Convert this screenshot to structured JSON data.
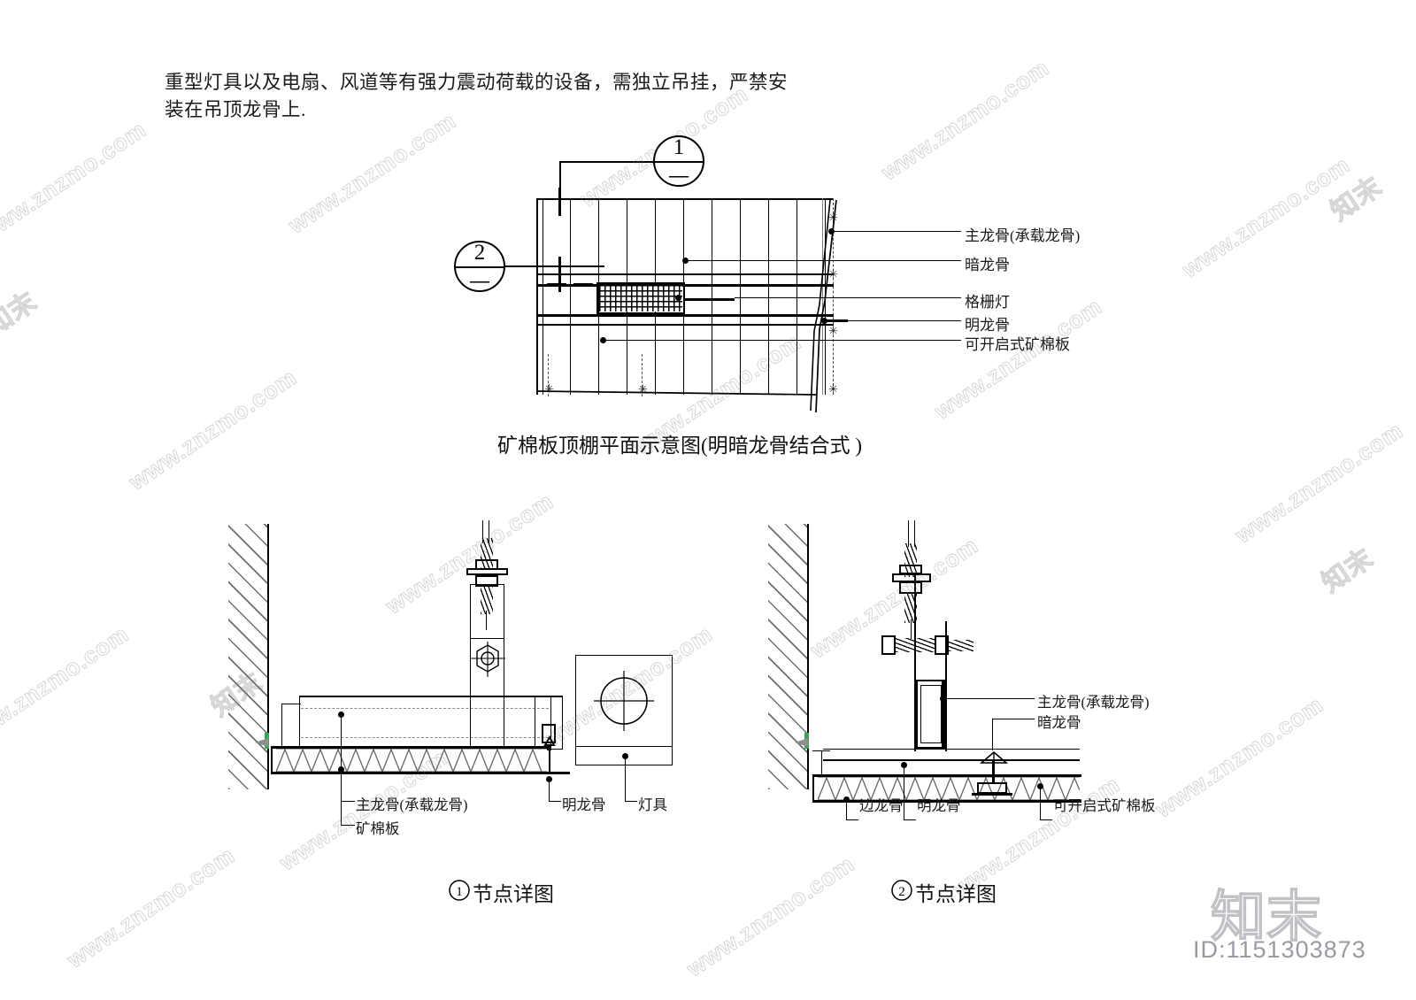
{
  "note": {
    "line1": "重型灯具以及电扇、风道等有强力震动荷载的设备，需独立吊挂，严禁安",
    "line2": "装在吊顶龙骨上."
  },
  "plan": {
    "caption": "矿棉板顶棚平面示意图(明暗龙骨结合式  )",
    "bubbles": [
      {
        "name": "detail-bubble-1",
        "number": "1",
        "sub": "—"
      },
      {
        "name": "detail-bubble-2",
        "number": "2",
        "sub": "—"
      }
    ],
    "labels": [
      "主龙骨(承载龙骨)",
      "暗龙骨",
      "格栅灯",
      "明龙骨",
      "可开启式矿棉板"
    ]
  },
  "detail1": {
    "caption_mark": "①",
    "caption_text": "节点详图",
    "labels": {
      "main_runner": "主龙骨(承载龙骨)",
      "mineral_board": "矿棉板",
      "exposed_runner": "明龙骨",
      "lamp": "灯具"
    }
  },
  "detail2": {
    "caption_mark": "②",
    "caption_text": "节点详图",
    "labels": {
      "main_runner": "主龙骨(承载龙骨)",
      "concealed_runner": "暗龙骨",
      "edge_runner": "边龙骨",
      "exposed_runner": "明龙骨",
      "openable_board": "可开启式矿棉板"
    }
  },
  "watermark": {
    "url_text": "www.znzmo.com",
    "brand": "知末",
    "id_text": "ID:1151303873"
  },
  "colors": {
    "ink": "#000000",
    "hatch_gray": "#6d6d6d",
    "accent_green": "#2faa53",
    "watermark_gray": "#9a9aa2"
  }
}
